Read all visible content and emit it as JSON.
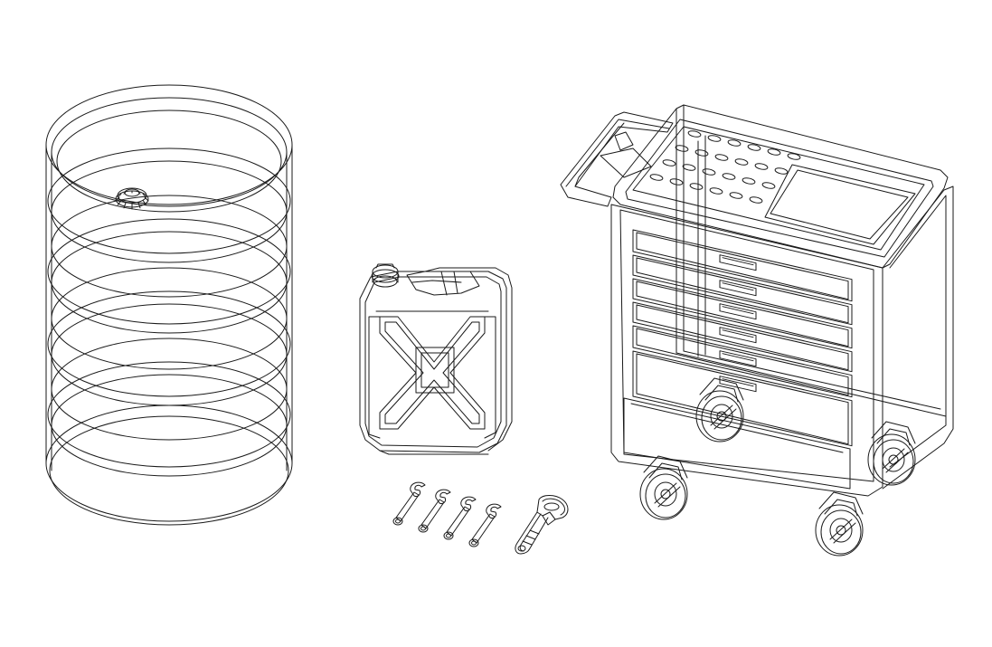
{
  "drawing": {
    "style": "wireframe line drawing",
    "background_color": "#ffffff",
    "line_color": "#1a1a1a",
    "objects": [
      {
        "name": "oil-drum"
      },
      {
        "name": "jerry-can"
      },
      {
        "name": "wrench-set",
        "wrench_count": 4
      },
      {
        "name": "adjustable-wrench"
      },
      {
        "name": "tool-trolley",
        "drawer_count": 6,
        "caster_count": 4,
        "tray_hole_rows": 4,
        "tray_hole_cols": 6
      }
    ]
  }
}
